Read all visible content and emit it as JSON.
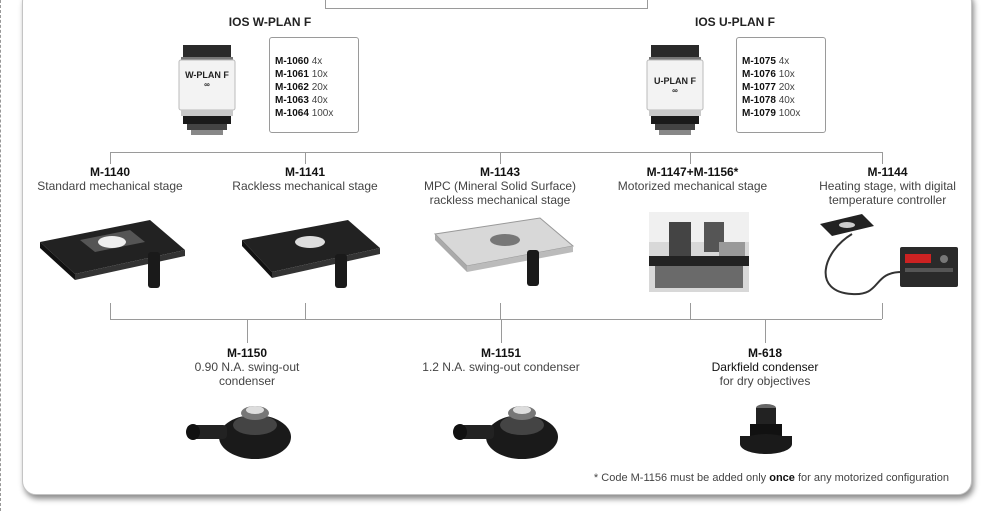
{
  "objectives": {
    "left": {
      "title": "IOS W-PLAN F",
      "barrel_label": "W-PLAN F",
      "barrel_symbol": "∞",
      "codes": [
        {
          "code": "M-1060",
          "mag": "4x"
        },
        {
          "code": "M-1061",
          "mag": "10x"
        },
        {
          "code": "M-1062",
          "mag": "20x"
        },
        {
          "code": "M-1063",
          "mag": "40x"
        },
        {
          "code": "M-1064",
          "mag": "100x"
        }
      ]
    },
    "right": {
      "title": "IOS U-PLAN F",
      "barrel_label": "U-PLAN F",
      "barrel_symbol": "∞",
      "codes": [
        {
          "code": "M-1075",
          "mag": "4x"
        },
        {
          "code": "M-1076",
          "mag": "10x"
        },
        {
          "code": "M-1077",
          "mag": "20x"
        },
        {
          "code": "M-1078",
          "mag": "40x"
        },
        {
          "code": "M-1079",
          "mag": "100x"
        }
      ]
    }
  },
  "stages": [
    {
      "code": "M-1140",
      "desc": "Standard mechanical stage",
      "image": "stage-photo"
    },
    {
      "code": "M-1141",
      "desc": "Rackless mechanical stage",
      "image": "stage-photo"
    },
    {
      "code": "M-1143",
      "desc": "MPC (Mineral Solid Surface) rackless mechanical stage",
      "image": "stage-photo"
    },
    {
      "code": "M-1147+M-1156*",
      "desc": "Motorized mechanical stage",
      "image": "motorized-stage-photo"
    },
    {
      "code": "M-1144",
      "desc": "Heating stage, with digital temperature controller",
      "image": "heating-stage-photo"
    }
  ],
  "condensers": [
    {
      "code": "M-1150",
      "desc": "0.90 N.A. swing-out condenser",
      "image": "condenser-photo"
    },
    {
      "code": "M-1151",
      "desc": "1.2 N.A. swing-out condenser",
      "image": "condenser-photo"
    },
    {
      "code": "M-618",
      "desc": "Darkfield condenser",
      "desc2": "for dry objectives",
      "image": "darkfield-condenser-photo"
    }
  ],
  "footnote": {
    "pre": "* Code M-1156 must be added only ",
    "bold": "once",
    "post": " for any motorized configuration"
  },
  "colors": {
    "line": "#9a9a9a",
    "panel_border": "#c4c4c4",
    "text": "#222222"
  }
}
